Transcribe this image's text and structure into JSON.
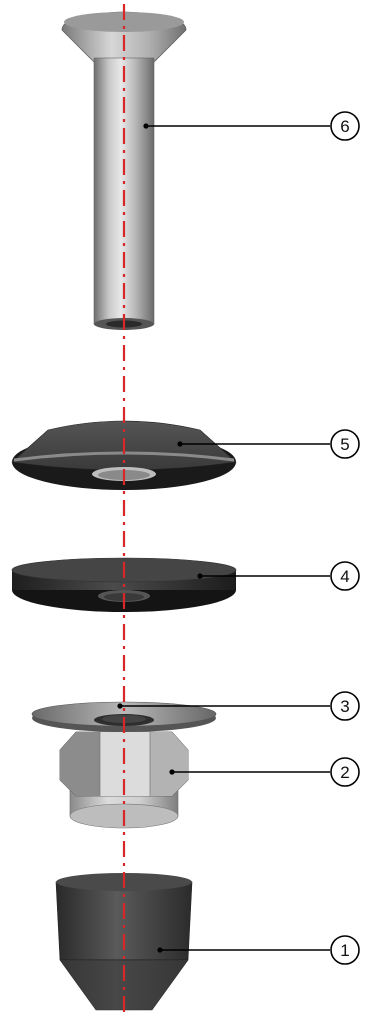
{
  "figure": {
    "axis_color": "#d62828",
    "leader_color": "#000000",
    "parts": [
      {
        "number": "6",
        "name": "bolt"
      },
      {
        "number": "5",
        "name": "conical-washer"
      },
      {
        "number": "4",
        "name": "flat-washer"
      },
      {
        "number": "3",
        "name": "thin-washer"
      },
      {
        "number": "2",
        "name": "hex-nut"
      },
      {
        "number": "1",
        "name": "conical-cap"
      }
    ]
  }
}
